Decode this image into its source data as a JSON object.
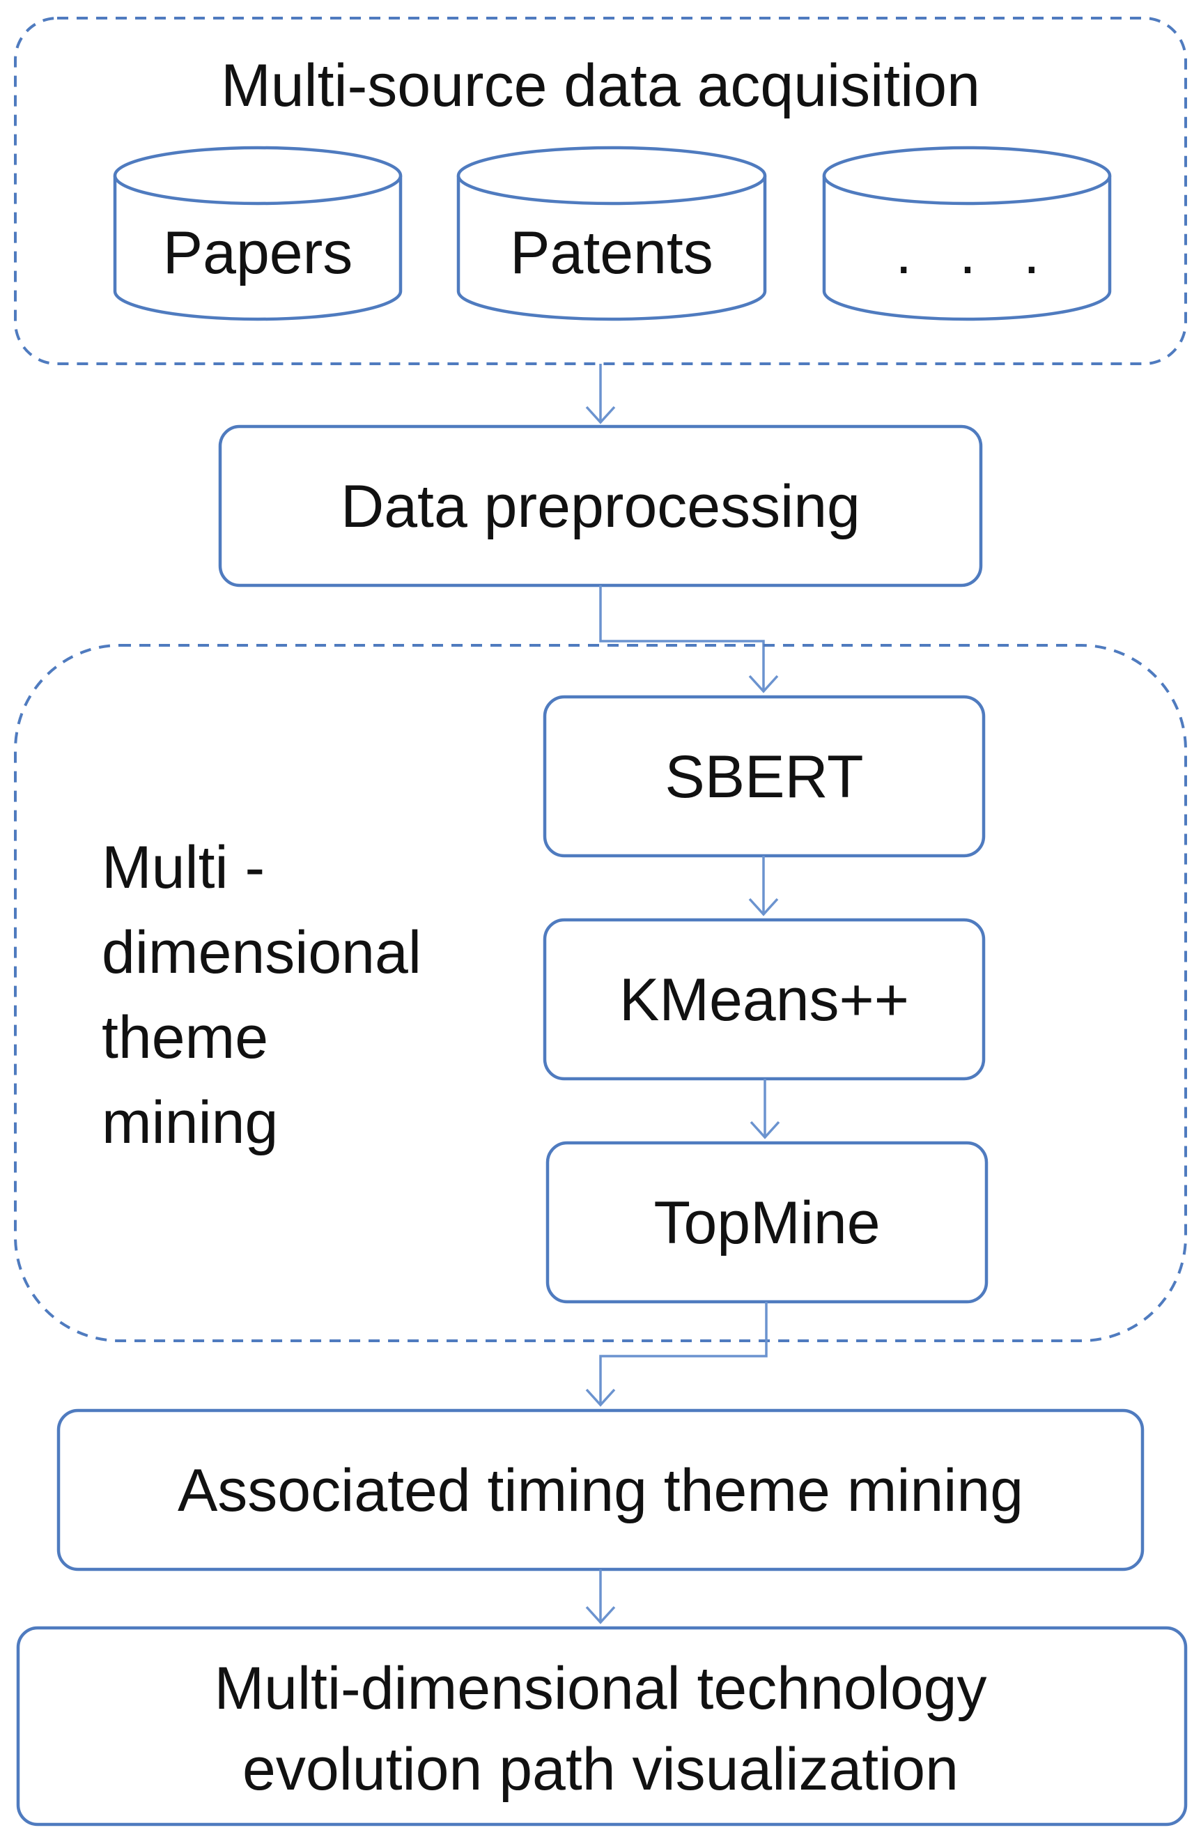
{
  "diagram": {
    "acquisition": {
      "title": "Multi-source data acquisition",
      "sources": [
        "Papers",
        "Patents",
        ". . ."
      ]
    },
    "preprocessing": "Data preprocessing",
    "theme_mining": {
      "title_lines": [
        "Multi -",
        "dimensional",
        "theme",
        "mining"
      ],
      "steps": [
        "SBERT",
        "KMeans++",
        "TopMine"
      ]
    },
    "timing": "Associated timing theme mining",
    "visualization_lines": [
      "Multi-dimensional technology",
      "evolution path visualization"
    ]
  },
  "colors": {
    "stroke": "#4f7bbf",
    "connector": "#6b93cf",
    "text": "#111111",
    "background": "#ffffff"
  }
}
